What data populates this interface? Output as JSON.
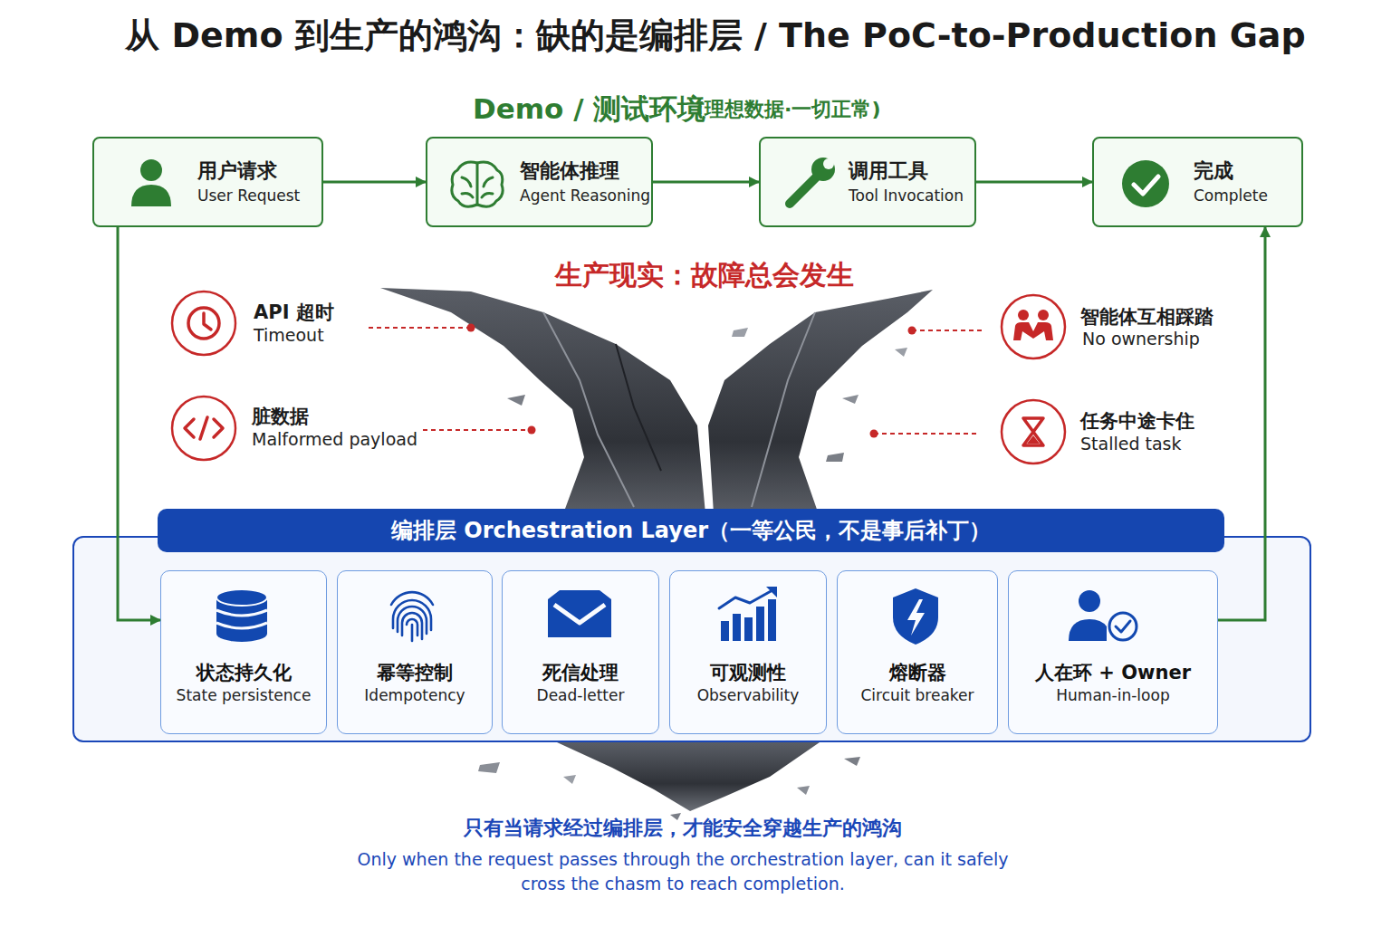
{
  "diagram": {
    "title": "从 Demo 到生产的鸿沟：缺的是编排层 / The PoC-to-Production Gap",
    "caption": "只有当请求经过编排层，才能安全穿越生产的鸿沟",
    "nodes": [
      {
        "text": [
          "用户请求",
          "User Request"
        ]
      },
      {
        "text": [
          "智能体推理",
          "Agent Reasoning"
        ]
      },
      {
        "text": [
          "调用工具",
          "Tool Invocation"
        ]
      },
      {
        "text": [
          "完成",
          "Complete"
        ]
      },
      {
        "text": [
          "编排层 Orchestration Layer（一等公民，不是事后补丁）"
        ]
      },
      {
        "text": [
          "状态持久化",
          "State persistence"
        ],
        "in": 4
      },
      {
        "text": [
          "幂等控制",
          "Idempotency"
        ],
        "in": 4
      },
      {
        "text": [
          "死信处理",
          "Dead-letter"
        ],
        "in": 4
      },
      {
        "text": [
          "可观测性",
          "Observability"
        ],
        "in": 4
      },
      {
        "text": [
          "熔断器",
          "Circuit breaker"
        ],
        "in": 4
      },
      {
        "text": [
          "人在环 + Owner",
          "Human-in-loop"
        ],
        "in": 4
      }
    ],
    "edges": [
      {
        "from": 0,
        "to": 1,
        "arrow": "to"
      },
      {
        "from": 1,
        "to": 2,
        "arrow": "to"
      },
      {
        "from": 2,
        "to": 3,
        "arrow": "to"
      },
      {
        "from": 0,
        "to": 5,
        "arrow": "to"
      },
      {
        "from": 10,
        "to": 3,
        "arrow": "to"
      }
    ],
    "labels": [
      "Demo / 测试环境",
      "(理想数据·一切正常)",
      "生产现实：故障总会发生",
      "API 超时",
      "Timeout",
      "脏数据",
      "Malformed payload",
      "智能体互相踩踏",
      "No ownership",
      "任务中途卡住",
      "Stalled task",
      "Only when the request passes through the orchestration layer, can it safely cross the chasm to reach completion."
    ]
  }
}
